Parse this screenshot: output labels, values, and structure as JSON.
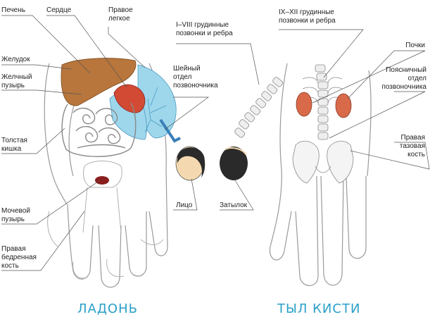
{
  "captions": {
    "palm": "ЛАДОНЬ",
    "back": "ТЫЛ КИСТИ"
  },
  "labels": {
    "liver": "Печень",
    "heart": "Сердце",
    "right_lung": "Правое\nлегкое",
    "stomach": "Желудок",
    "gallbladder": "Желчный\nпузырь",
    "colon": "Толстая\nкишка",
    "bladder": "Мочевой\nпузырь",
    "femur": "Правая\nбедренная\nкость",
    "cervical": "Шейный\nотдел\nпозвоночника",
    "face": "Лицо",
    "nape": "Затылок",
    "thoracic_1_8": "I–VIII грудинные\nпозвонки и ребра",
    "thoracic_9_12": "IX–XII грудинные\nпозвонки и ребра",
    "kidneys": "Почки",
    "lumbar": "Поясничный\nотдел\nпозвоночника",
    "pelvic": "Правая\nтазовая\nкость"
  },
  "colors": {
    "caption": "#2aa0c8",
    "liver": "#b8763c",
    "heart": "#c93a2a",
    "lung": "#8fcfe8",
    "kidney": "#d86a4a",
    "bladder": "#8a1e1e",
    "outline": "#9a9a9a"
  }
}
